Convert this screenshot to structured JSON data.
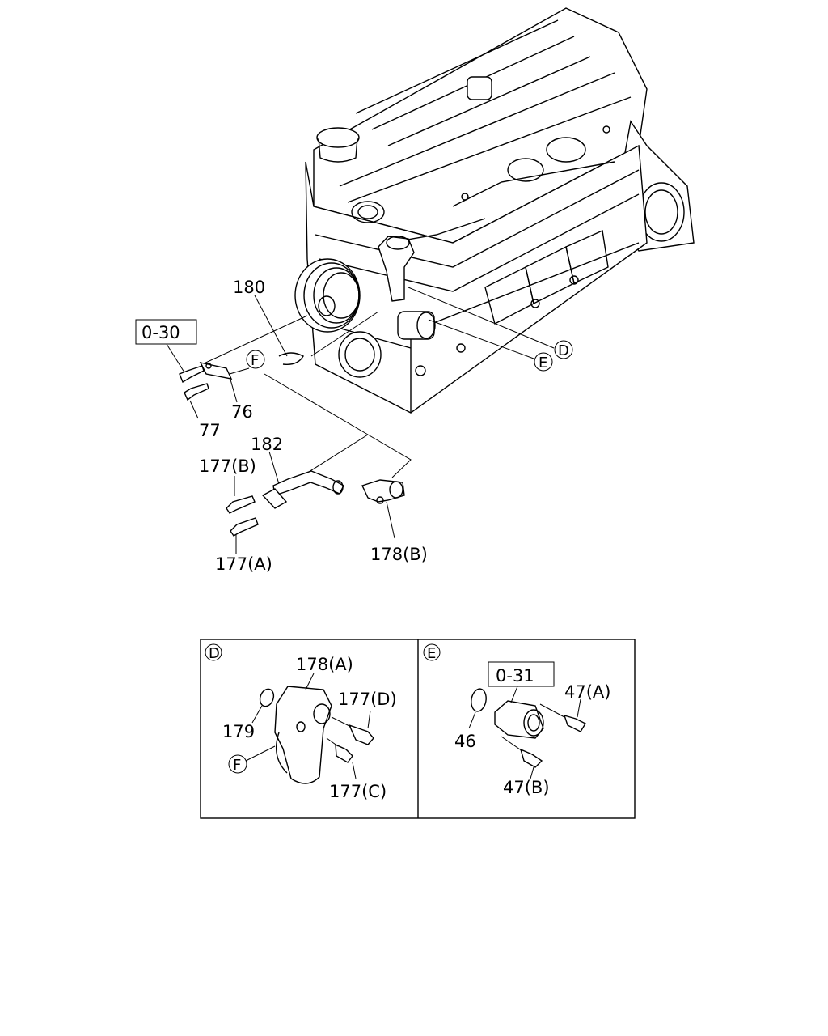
{
  "callouts": {
    "ref_030": "0-30",
    "ref_031": "0-31",
    "p180": "180",
    "p76": "76",
    "p77": "77",
    "p182": "182",
    "p177b": "177(B)",
    "p177a": "177(A)",
    "p178b": "178(B)",
    "view_d": "D",
    "view_e": "E",
    "view_f": "F"
  },
  "detail_d": {
    "view_letter": "D",
    "p178a": "178(A)",
    "p177d": "177(D)",
    "p179": "179",
    "p177c": "177(C)",
    "f_marker": "F"
  },
  "detail_e": {
    "view_letter": "E",
    "ref_031": "0-31",
    "p47a": "47(A)",
    "p46": "46",
    "p47b": "47(B)"
  }
}
